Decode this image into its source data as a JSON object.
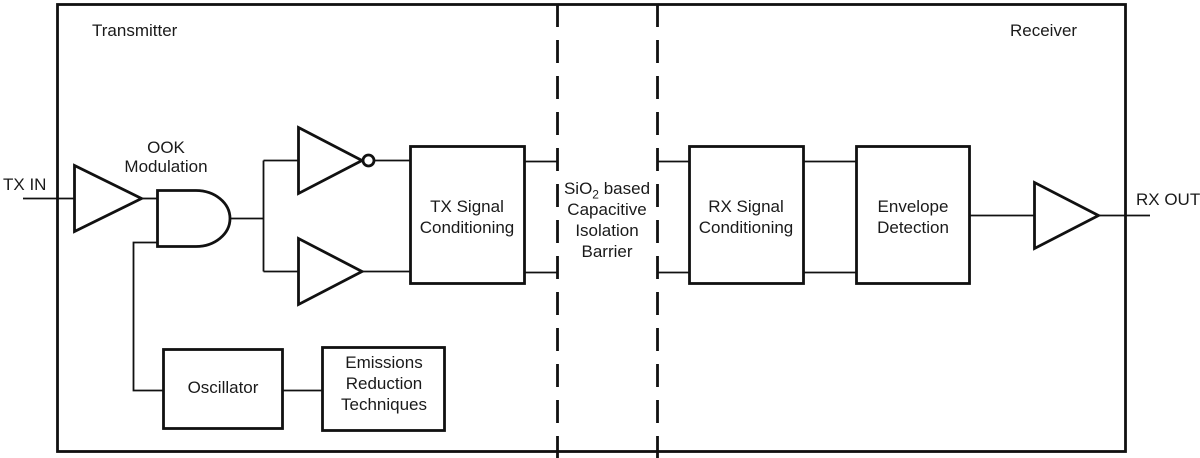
{
  "labels": {
    "transmitter": "Transmitter",
    "receiver": "Receiver",
    "tx_in": "TX IN",
    "rx_out": "RX OUT",
    "ook_modulation": {
      "lines": [
        "OOK",
        "Modulation"
      ]
    }
  },
  "blocks": {
    "tx_signal_conditioning": {
      "lines": [
        "TX Signal",
        "Conditioning"
      ]
    },
    "rx_signal_conditioning": {
      "lines": [
        "RX Signal",
        "Conditioning"
      ]
    },
    "envelope_detection": {
      "lines": [
        "Envelope",
        "Detection"
      ]
    },
    "oscillator": {
      "lines": [
        "Oscillator"
      ]
    },
    "emissions_reduction": {
      "lines": [
        "Emissions",
        "Reduction",
        "Techniques"
      ]
    }
  },
  "barrier": {
    "line1_pre": "SiO",
    "line1_sub": "2",
    "line1_post": " based",
    "line2": "Capacitive",
    "line3": "Isolation",
    "line4": "Barrier"
  },
  "colors": {
    "stroke": "#111111",
    "text": "#1a1a1a",
    "background": "#ffffff"
  }
}
